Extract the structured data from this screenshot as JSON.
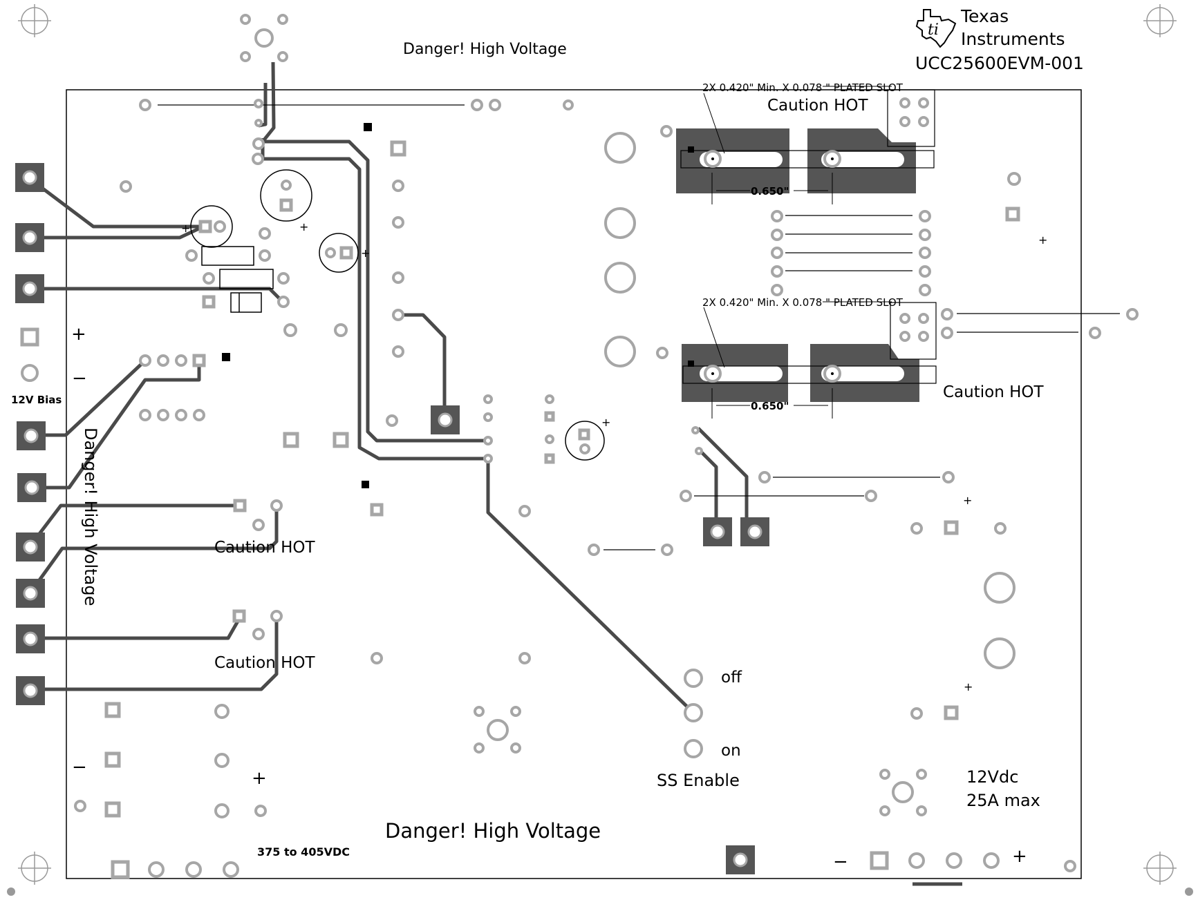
{
  "company": {
    "line1": "Texas",
    "line2": "Instruments",
    "part_number": "UCC25600EVM-001"
  },
  "warnings": {
    "danger_top": "Danger! High Voltage",
    "danger_bottom": "Danger! High Voltage",
    "danger_vertical": "Danger! High Voltage",
    "caution_1": "Caution HOT",
    "caution_2": "Caution HOT",
    "caution_3": "Caution HOT",
    "caution_4": "Caution HOT"
  },
  "notes": {
    "slot_top": "2X 0.420\" Min. X 0.078 \" PLATED SLOT",
    "slot_bottom": "2X 0.420\" Min. X 0.078 \" PLATED SLOT",
    "dim_top": "0.650\"",
    "dim_bottom": "0.650\""
  },
  "connectors": {
    "bias": "12V Bias",
    "input": "375 to 405VDC",
    "off": "off",
    "on": "on",
    "ss_enable": "SS Enable",
    "output_line1": "12Vdc",
    "output_line2": "25A max"
  },
  "polarity": {
    "plus": "+",
    "minus": "−"
  },
  "colors": {
    "pad": "#a6a6a6",
    "trace": "#4a4a4a",
    "copper": "#555555",
    "outline": "#000000"
  }
}
